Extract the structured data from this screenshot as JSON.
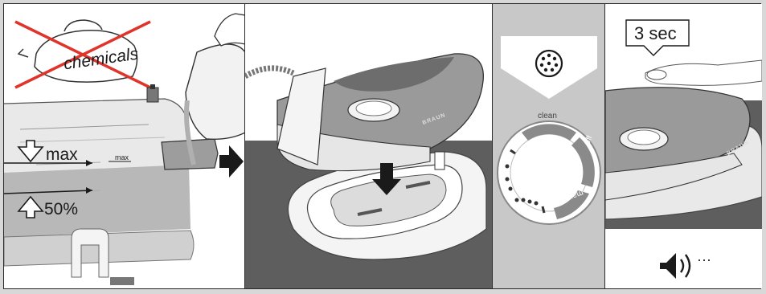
{
  "panels": {
    "fill": {
      "no_chemicals_label": "chemicals",
      "max_label": "max",
      "max_mark_label": "max",
      "min_label": "50%"
    },
    "place": {
      "brand_label": "BRAUN"
    },
    "dial": {
      "clean_label": "clean",
      "off_label": "off",
      "max_label": "max"
    },
    "press": {
      "duration_label": "3 sec",
      "brand_label": "BRAUN",
      "sound_dots": "···"
    }
  },
  "colors": {
    "iron_body": "#9a9a9a",
    "iron_dark": "#6d6d6d",
    "tank": "#c2c2c2",
    "board": "#5e5e5e",
    "dial_bg": "#c8c8c8",
    "cross": "#e0342b"
  },
  "icons": {
    "down_arrow": "outline-arrow-down-icon",
    "up_arrow": "outline-arrow-up-icon",
    "pour_arrow": "filled-arrow-right-icon",
    "insert_arrow": "filled-arrow-down-icon",
    "anti_calc": "descaling-dots-icon",
    "speaker": "speaker-sound-icon"
  }
}
